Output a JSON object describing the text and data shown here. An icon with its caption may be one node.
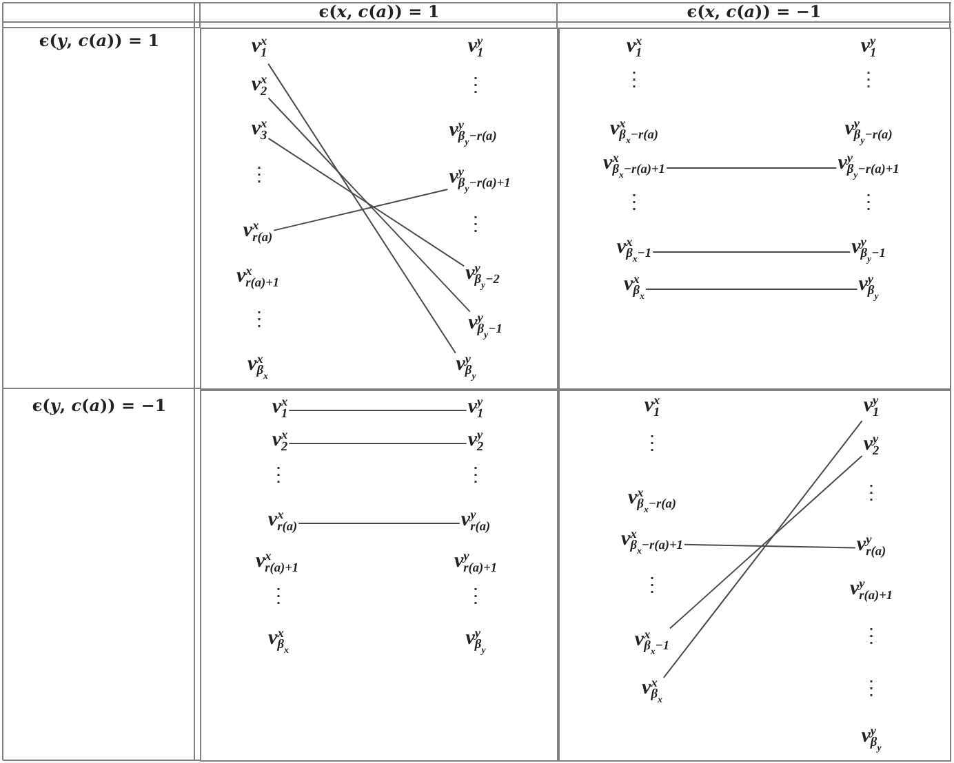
{
  "diagram": {
    "nodes": [
      {
        "text": [],
        "shape": "box"
      },
      {
        "text": [
          "v$^{x}$$_{1}$"
        ],
        "in": 0
      },
      {
        "text": [
          "v$^{x}$$_{2}$"
        ],
        "in": 0
      },
      {
        "text": [
          "v$^{x}$$_{3}$"
        ],
        "in": 0
      },
      {
        "text": [
          "v$^{x}$$_{r(a)}$"
        ],
        "in": 0
      },
      {
        "text": [
          "v$^{x}$$_{r(a)+1}$"
        ],
        "in": 0
      },
      {
        "text": [
          "v$^{x}$$_{β}$$_{x}$"
        ],
        "in": 0
      },
      {
        "text": [
          "v$^{y}$$_{1}$"
        ],
        "in": 0
      },
      {
        "text": [
          "v$^{y}$$_{β}$$_{y}$$_{−r(a)}$"
        ],
        "in": 0
      },
      {
        "text": [
          "v$^{y}$$_{β}$$_{y}$$_{−r(a)+1}$"
        ],
        "in": 0
      },
      {
        "text": [
          "v$^{y}$$_{β}$$_{y}$$_{−2}$"
        ],
        "in": 0
      },
      {
        "text": [
          "v$^{y}$$_{β}$$_{y}$$_{−1}$"
        ],
        "in": 0
      },
      {
        "text": [
          "v$^{y}$$_{β}$$_{y}$"
        ],
        "in": 0
      },
      {
        "text": [],
        "shape": "box"
      },
      {
        "text": [
          "v$^{x}$$_{1}$"
        ],
        "in": 13
      },
      {
        "text": [
          "v$^{x}$$_{β}$$_{x}$$_{−r(a)}$"
        ],
        "in": 13
      },
      {
        "text": [
          "v$^{x}$$_{β}$$_{x}$$_{−r(a)+1}$"
        ],
        "in": 13
      },
      {
        "text": [
          "v$^{x}$$_{β}$$_{x}$$_{−1}$"
        ],
        "in": 13
      },
      {
        "text": [
          "v$^{x}$$_{β}$$_{x}$"
        ],
        "in": 13
      },
      {
        "text": [
          "v$^{y}$$_{1}$"
        ],
        "in": 13
      },
      {
        "text": [
          "v$^{y}$$_{β}$$_{y}$$_{−r(a)}$"
        ],
        "in": 13
      },
      {
        "text": [
          "v$^{y}$$_{β}$$_{y}$$_{−r(a)+1}$"
        ],
        "in": 13
      },
      {
        "text": [
          "v$^{y}$$_{β}$$_{y}$$_{−1}$"
        ],
        "in": 13
      },
      {
        "text": [
          "v$^{y}$$_{β}$$_{y}$"
        ],
        "in": 13
      },
      {
        "text": [],
        "shape": "box"
      },
      {
        "text": [
          "v$^{x}$$_{1}$"
        ],
        "in": 24
      },
      {
        "text": [
          "v$^{x}$$_{2}$"
        ],
        "in": 24
      },
      {
        "text": [
          "v$^{x}$$_{r(a)}$"
        ],
        "in": 24
      },
      {
        "text": [
          "v$^{x}$$_{r(a)+1}$"
        ],
        "in": 24
      },
      {
        "text": [
          "v$^{x}$$_{β}$$_{x}$"
        ],
        "in": 24
      },
      {
        "text": [
          "v$^{y}$$_{1}$"
        ],
        "in": 24
      },
      {
        "text": [
          "v$^{y}$$_{2}$"
        ],
        "in": 24
      },
      {
        "text": [
          "v$^{y}$$_{r(a)}$"
        ],
        "in": 24
      },
      {
        "text": [
          "v$^{y}$$_{r(a)+1}$"
        ],
        "in": 24
      },
      {
        "text": [
          "v$^{y}$$_{β}$$_{y}$"
        ],
        "in": 24
      },
      {
        "text": [],
        "shape": "box"
      },
      {
        "text": [
          "v$^{x}$$_{1}$"
        ],
        "in": 35
      },
      {
        "text": [
          "v$^{x}$$_{β}$$_{x}$$_{−r(a)}$"
        ],
        "in": 35
      },
      {
        "text": [
          "v$^{x}$$_{β}$$_{x}$$_{−r(a)+1}$"
        ],
        "in": 35
      },
      {
        "text": [
          "v$^{x}$$_{β}$$_{x}$$_{−1}$"
        ],
        "in": 35
      },
      {
        "text": [
          "v$^{x}$$_{β}$$_{x}$"
        ],
        "in": 35
      },
      {
        "text": [
          "v$^{y}$$_{1}$"
        ],
        "in": 35
      },
      {
        "text": [
          "v$^{y}$$_{2}$"
        ],
        "in": 35
      },
      {
        "text": [
          "v$^{y}$$_{r(a)}$"
        ],
        "in": 35
      },
      {
        "text": [
          "v$^{y}$$_{r(a)+1}$"
        ],
        "in": 35
      },
      {
        "text": [
          "v$^{y}$$_{β}$$_{y}$"
        ],
        "in": 35
      }
    ],
    "edges": [
      {
        "from": 1,
        "to": 12,
        "arrow": "none"
      },
      {
        "from": 2,
        "to": 11,
        "arrow": "none"
      },
      {
        "from": 3,
        "to": 10,
        "arrow": "none"
      },
      {
        "from": 4,
        "to": 9,
        "arrow": "none"
      },
      {
        "from": 16,
        "to": 21,
        "arrow": "none"
      },
      {
        "from": 17,
        "to": 22,
        "arrow": "none"
      },
      {
        "from": 18,
        "to": 23,
        "arrow": "none"
      },
      {
        "from": 25,
        "to": 30,
        "arrow": "none"
      },
      {
        "from": 26,
        "to": 31,
        "arrow": "none"
      },
      {
        "from": 27,
        "to": 32,
        "arrow": "none"
      },
      {
        "from": 38,
        "to": 43,
        "arrow": "none"
      },
      {
        "from": 39,
        "to": 42,
        "arrow": "none"
      },
      {
        "from": 40,
        "to": 41,
        "arrow": "none"
      }
    ],
    "labels": [
      "ϵ(*x*, *c*(*a*)) = 1",
      "ϵ(*x*, *c*(*a*)) = −1",
      "ϵ(*y*, *c*(*a*)) = 1",
      "⋮",
      "⋮",
      "⋮",
      "⋮",
      "⋮",
      "⋮",
      "⋮",
      "⋮",
      "ϵ(*y*, *c*(*a*)) = −1",
      "⋮",
      "⋮",
      "⋮",
      "⋮",
      "⋮",
      "⋮",
      "⋮",
      "⋮",
      "⋮"
    ]
  }
}
